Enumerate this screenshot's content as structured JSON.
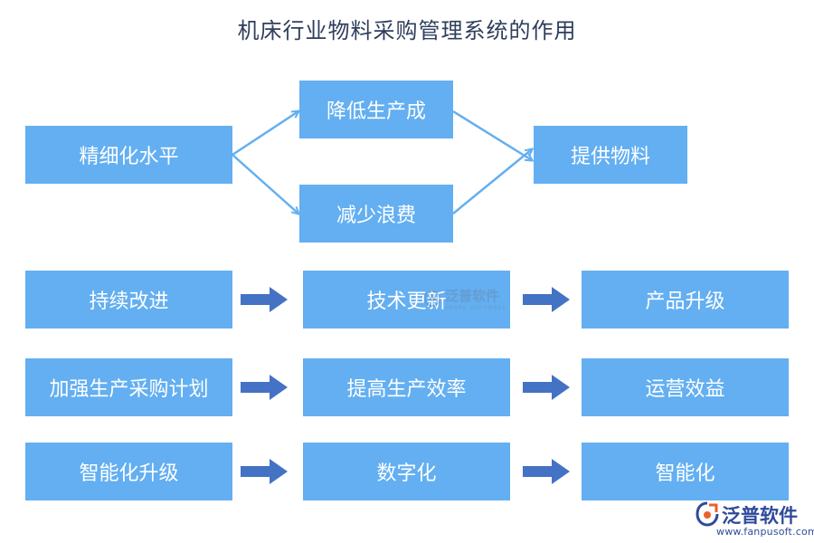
{
  "title": "机床行业物料采购管理系统的作用",
  "top_flow": {
    "left": "精细化水平",
    "upper": "降低生产成",
    "lower": "减少浪费",
    "right": "提供物料"
  },
  "rows": [
    [
      "持续改进",
      "技术更新",
      "产品升级"
    ],
    [
      "加强生产采购计划",
      "提高生产效率",
      "运营效益"
    ],
    [
      "智能化升级",
      "数字化",
      "智能化"
    ]
  ],
  "watermark": {
    "name": "泛普软件",
    "sub": "FANPU SOFTWARE"
  },
  "logo": {
    "name": "泛普软件",
    "url": "www.fanpusoft.com"
  },
  "colors": {
    "box": "#63aff1",
    "connector": "#63aff1",
    "block_arrow": "#4472c4",
    "title": "#2f3e5c",
    "logo": "#2e4a9a"
  }
}
